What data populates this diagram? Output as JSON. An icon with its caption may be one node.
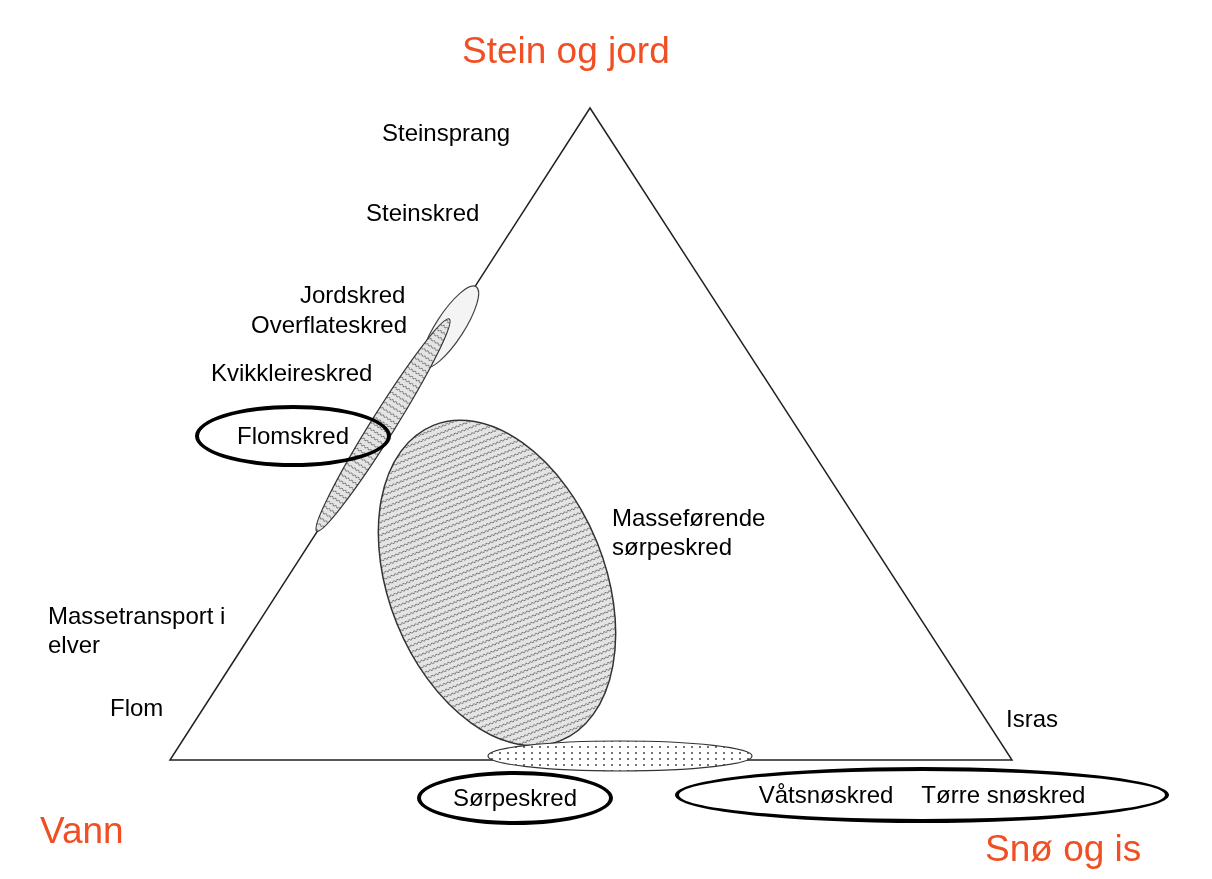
{
  "diagram": {
    "nodes": [
      {
        "text": [
          "Flomskred"
        ]
      },
      {
        "text": [
          "Sørpeskred"
        ]
      },
      {
        "text": [
          "Våtsnøskred",
          "Tørre snøskred"
        ]
      }
    ],
    "edges": [],
    "labels": [
      "Stein og jord",
      "Steinsprang",
      "Steinskred",
      "Jordskred",
      "Overflateskred",
      "Kvikkleireskred",
      "Masseførende sørpeskred",
      "Massetransport i elver",
      "Flom",
      "Isras",
      "Vann",
      "Snø og is"
    ]
  }
}
